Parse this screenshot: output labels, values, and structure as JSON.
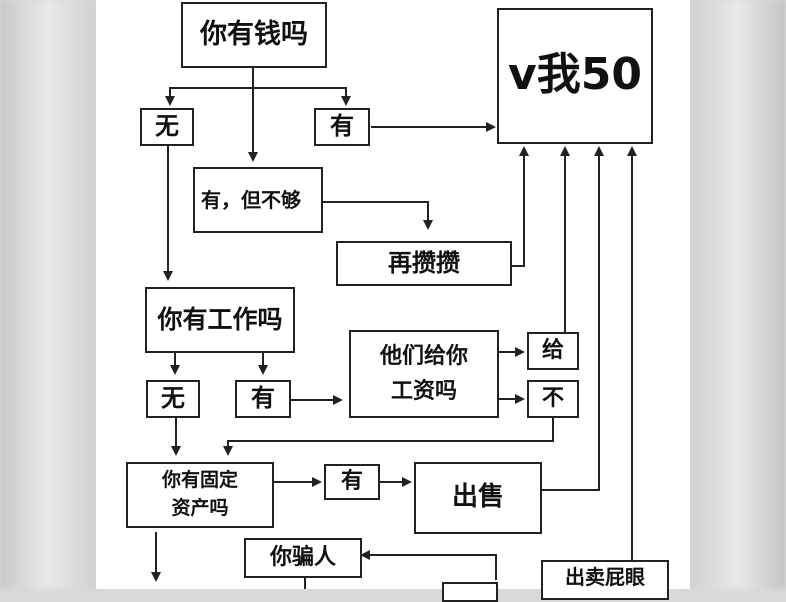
{
  "nodes": {
    "root": "你有钱吗",
    "result": "v我50",
    "no_money": "无",
    "yes_money": "有",
    "yes_not_enough": "有，但不够",
    "save_more": "再攒攒",
    "have_job": "你有工作吗",
    "no_job": "无",
    "yes_job": "有",
    "paid_line1": "他们给你",
    "paid_line2": "工资吗",
    "paid_yes": "给",
    "paid_no": "不",
    "fixed_assets_line1": "你有固定",
    "fixed_assets_line2": "资产吗",
    "assets_yes": "有",
    "sell": "出售",
    "lie": "你骗人",
    "sell_butt": "出卖屁眼"
  },
  "colors": {
    "line": "#222222",
    "box_border": "#222222"
  }
}
